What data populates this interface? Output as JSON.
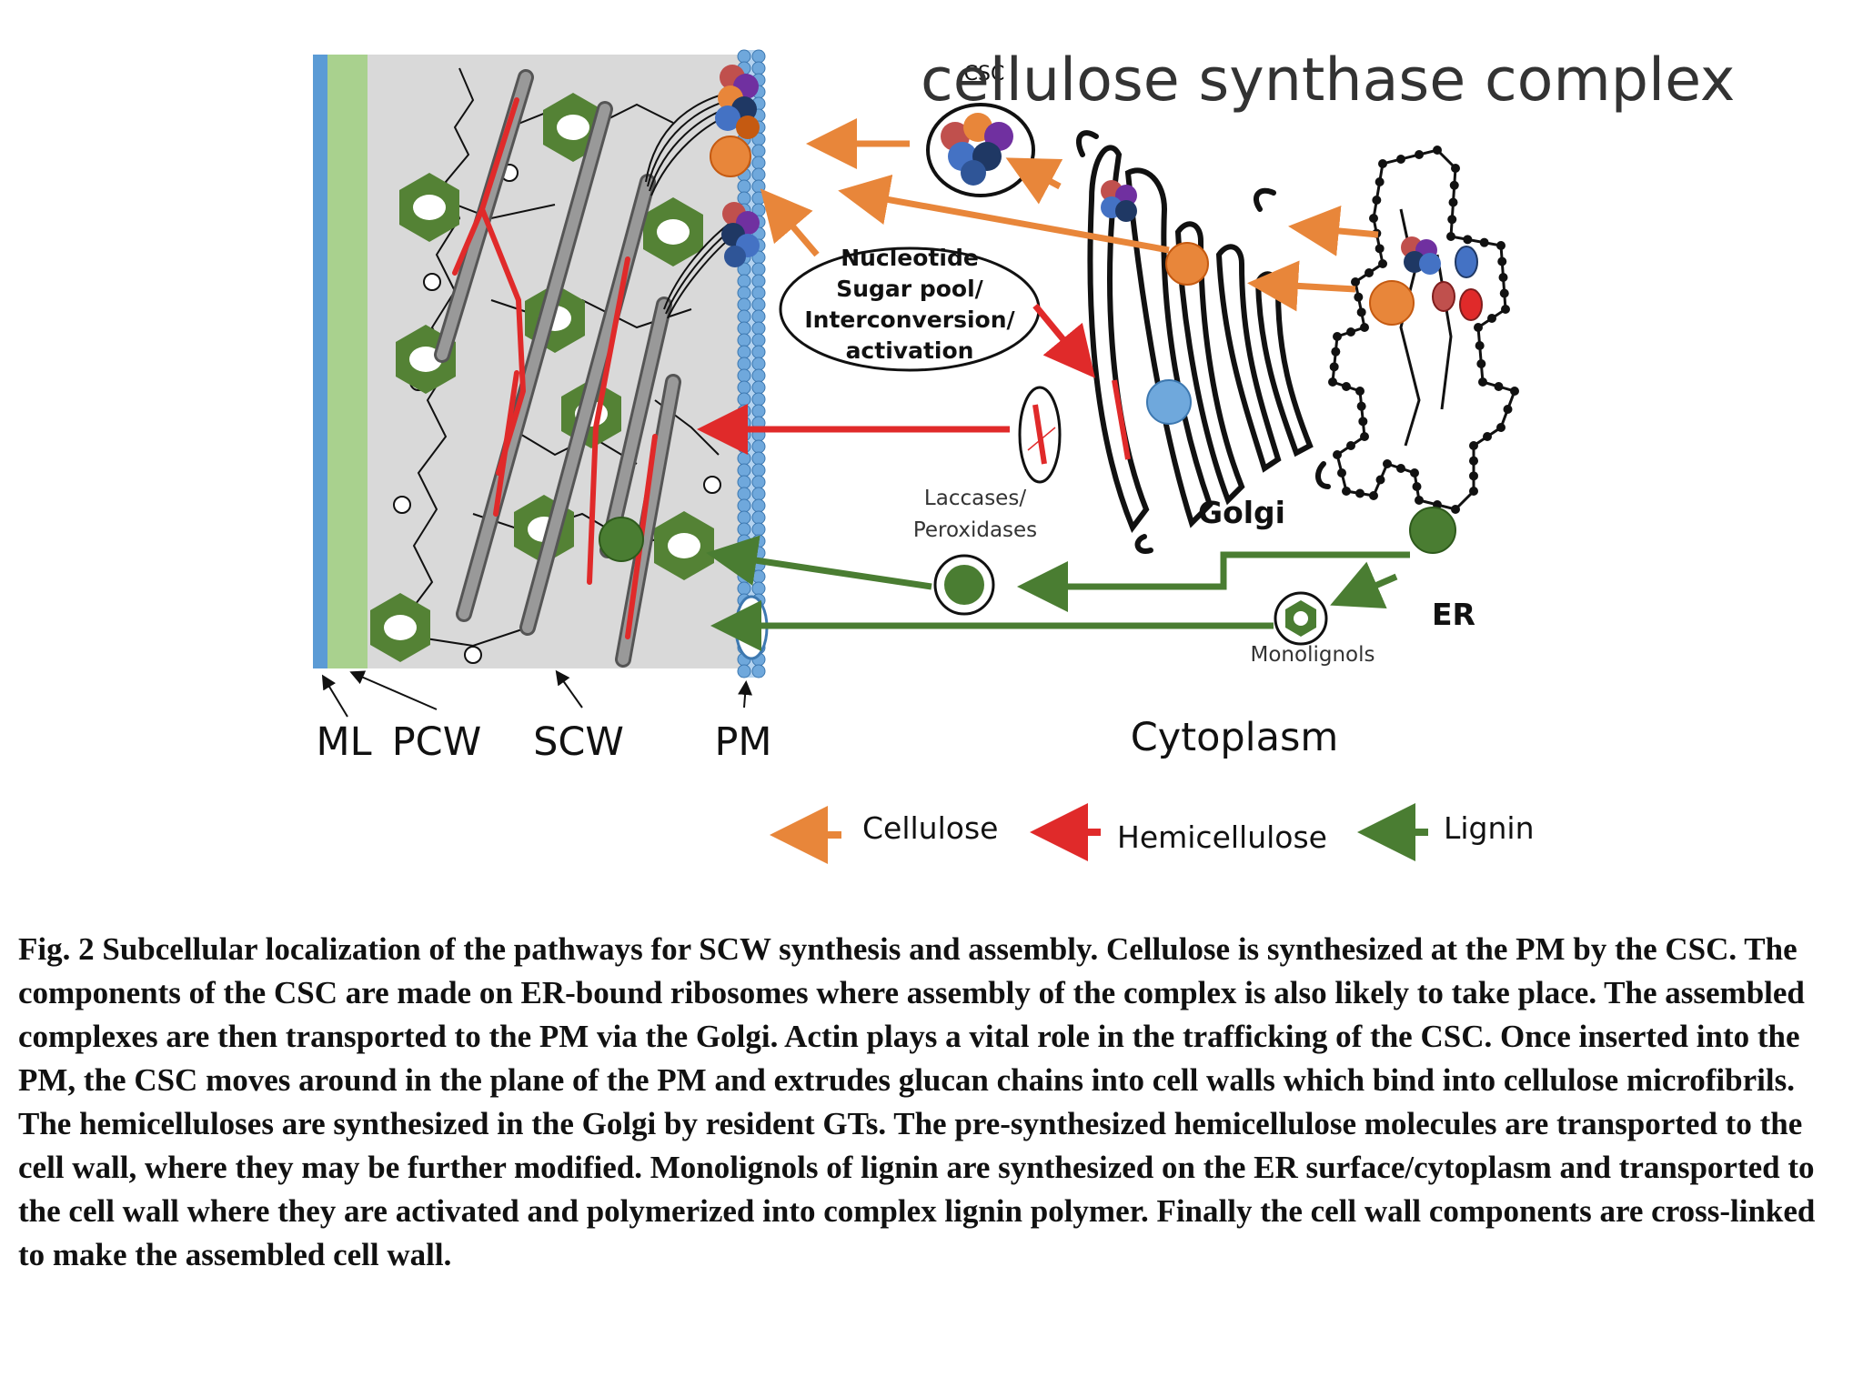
{
  "figure": {
    "overlay_title": "cellulose synthase complex",
    "csc_label": "CSC",
    "nucleotide_pool": [
      "Nucleotide",
      "Sugar pool/",
      "Interconversion/",
      "activation"
    ],
    "laccases": [
      "Laccases/",
      "Peroxidases"
    ],
    "golgi": "Golgi",
    "er": "ER",
    "monolignols": "Monolignols",
    "bottom_labels": {
      "ml": "ML",
      "pcw": "PCW",
      "scw": "SCW",
      "pm": "PM",
      "cytoplasm": "Cytoplasm"
    },
    "legend": {
      "cellulose": "Cellulose",
      "hemicellulose": "Hemicellulose",
      "lignin": "Lignin"
    },
    "colors": {
      "cellulose": "#e8863a",
      "hemicellulose": "#e02a2a",
      "lignin": "#4a7d32",
      "ml": "#5b9bd5",
      "pcw": "#a9d18e",
      "scw_bg": "#d9d9d9",
      "pm": "#6fa8dc",
      "ring": "#548235"
    }
  },
  "caption": "Fig. 2 Subcellular localization of the pathways for SCW synthesis and assembly. Cellulose is synthesized at the PM by the CSC. The components of the CSC are made on ER-bound ribosomes where assembly of the complex is also likely to take place. The assembled complexes are then transported to the PM via the Golgi. Actin plays a vital role in the trafficking of the CSC. Once inserted into the PM, the CSC moves around in the plane of the PM and extrudes glucan chains into cell walls which bind into cellulose microfibrils. The hemicelluloses are synthesized in the Golgi by resident GTs. The pre-synthesized hemicellulose molecules are transported to the cell wall, where they may be further modified. Monolignols of lignin are synthesized on the ER surface/cytoplasm and transported to the cell wall where they are activated and polymerized into complex lignin polymer. Finally the cell wall components are cross-linked to make the assembled cell wall."
}
